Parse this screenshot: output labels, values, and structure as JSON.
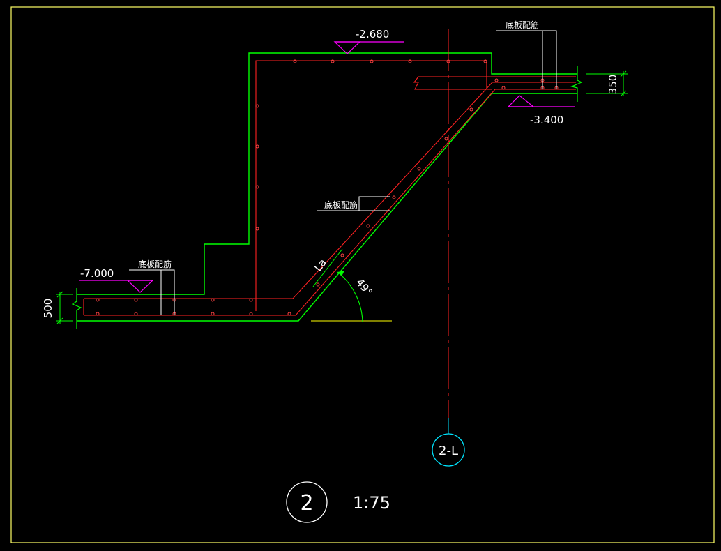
{
  "drawing": {
    "elevations": {
      "top": "-2.680",
      "right": "-3.400",
      "left": "-7.000"
    },
    "rebar_notes": {
      "top_right": "底板配筋",
      "middle": "底板配筋",
      "left": "底板配筋"
    },
    "dimensions": {
      "right_thickness": "350",
      "left_thickness": "500"
    },
    "anchorage_label": "La",
    "angle_label": "49°",
    "axis_bubble": "2-L",
    "detail_number": "2",
    "scale": "1:75"
  },
  "colors": {
    "background": "#000000",
    "frame": "#ffff66",
    "concrete_outline": "#00ff00",
    "rebar": "#ff2222",
    "axis_line": "#ff2222",
    "elevation_symbol": "#ff00ff",
    "leader_white": "#ffffff",
    "axis_bubble": "#00e5ff",
    "angle_arc": "#00ff00",
    "ground_line": "#ffff00"
  }
}
